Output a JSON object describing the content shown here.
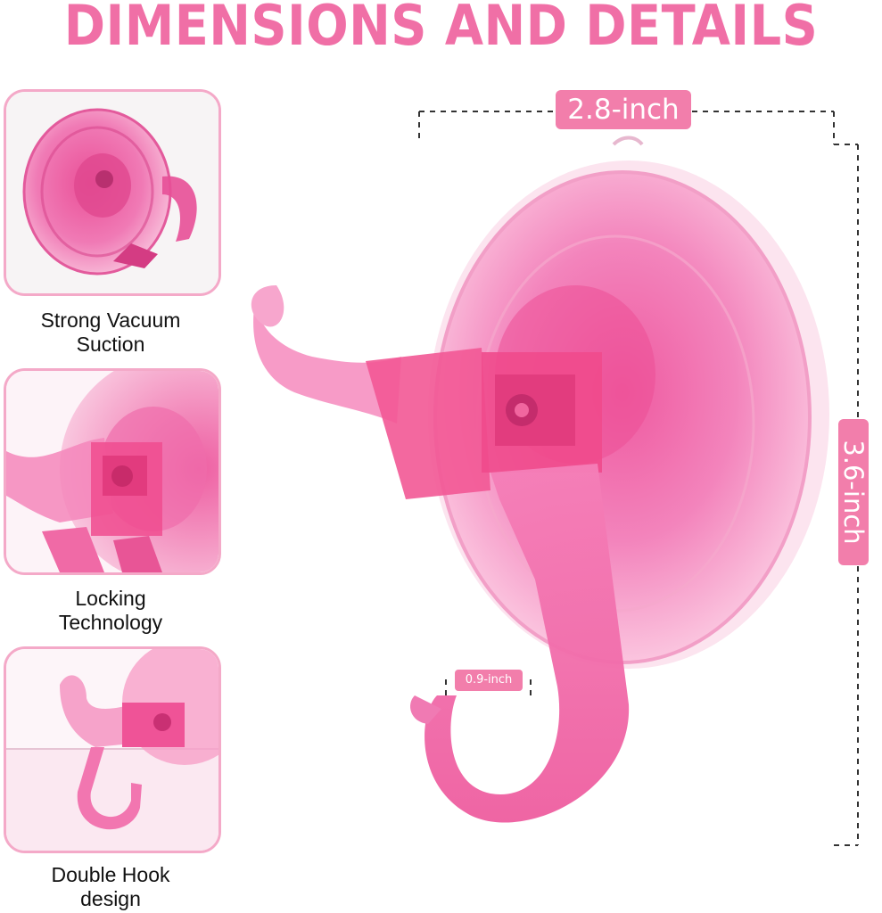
{
  "title": "DIMENSIONS AND DETAILS",
  "features": [
    {
      "caption_line1": "Strong Vacuum",
      "caption_line2": "Suction",
      "icon": "suction-cup-image"
    },
    {
      "caption_line1": "Locking",
      "caption_line2": "Technology",
      "icon": "locking-clip-image"
    },
    {
      "caption_line1": "Double Hook",
      "caption_line2": "design",
      "icon": "double-hook-image"
    }
  ],
  "dimensions": {
    "width": "2.8-inch",
    "height": "3.6-inch",
    "hook_opening": "0.9-inch"
  },
  "colors": {
    "accent": "#f06fa6",
    "label_bg": "#f27eab",
    "panel_border": "#f4a9c8",
    "product_pink": "#f25fa4"
  }
}
